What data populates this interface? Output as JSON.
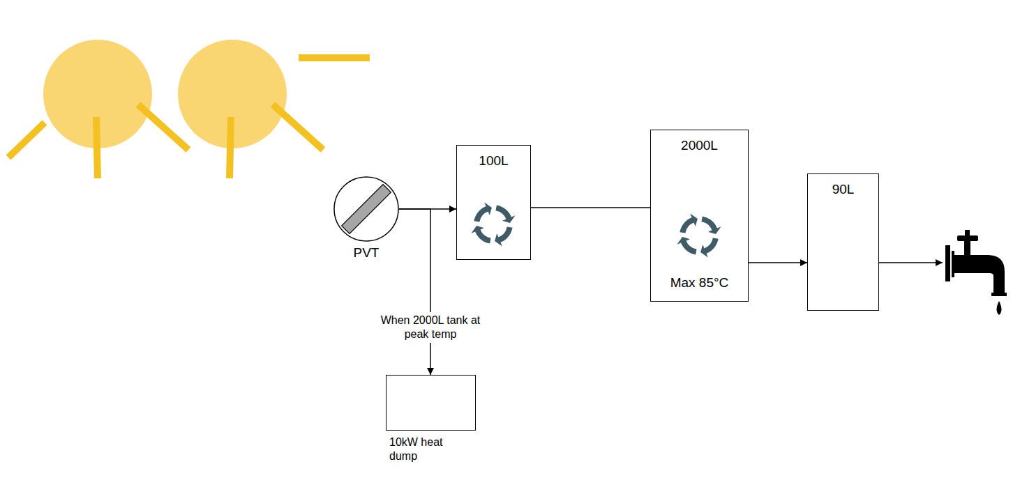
{
  "diagram": {
    "nodes": [
      {
        "text": [
          "PVT"
        ]
      },
      {
        "text": [
          "100L"
        ]
      },
      {
        "text": [
          "2000L",
          "Max 85°C"
        ]
      },
      {
        "text": [
          "90L"
        ]
      },
      {
        "text": [
          "10kW heat dump"
        ]
      }
    ],
    "edges": [
      {
        "from": 0,
        "to": 1,
        "arrow": "to"
      },
      {
        "from": 1,
        "to": 2,
        "arrow": "none"
      },
      {
        "from": 2,
        "to": 3,
        "arrow": "to"
      },
      {
        "from": 0,
        "to": 4,
        "arrow": "to",
        "label": "When 2000L tank at peak temp"
      }
    ]
  }
}
